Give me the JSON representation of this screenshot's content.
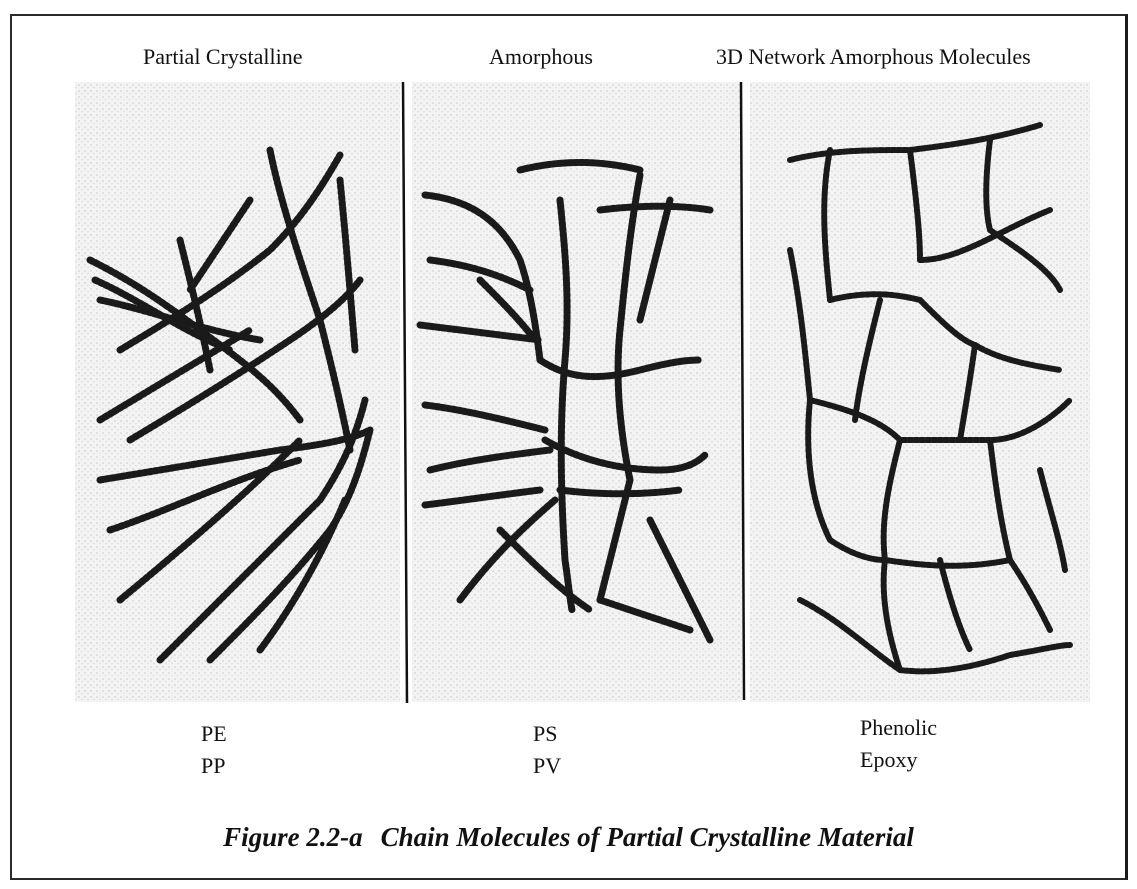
{
  "panels": [
    {
      "title": "Partial Crystalline",
      "examples": [
        "PE",
        "PP"
      ]
    },
    {
      "title": "Amorphous",
      "examples": [
        "PS",
        "PV"
      ]
    },
    {
      "title": "3D Network Amorphous Molecules",
      "examples": [
        "Phenolic",
        "Epoxy"
      ]
    }
  ],
  "caption": {
    "figure_number": "Figure 2.2-a",
    "text": "Chain Molecules of Partial Crystalline Material"
  },
  "colors": {
    "ink": "#1a1a1a",
    "stipple": "#e6e6e6",
    "border": "#2b2b2b"
  }
}
